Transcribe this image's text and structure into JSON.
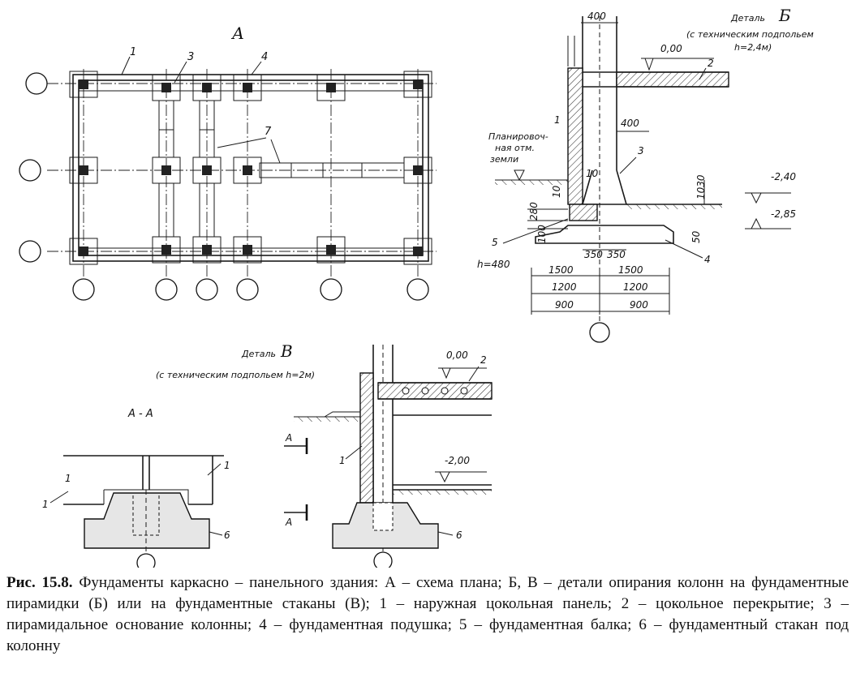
{
  "plan": {
    "title": "А",
    "callouts": [
      "1",
      "3",
      "4",
      "7"
    ]
  },
  "detail_b": {
    "title": "Деталь",
    "letter": "Б",
    "subtitle": "(с техническим подпольем",
    "subtitle2": "h=2,4м)",
    "dim_top": "400",
    "level_0": "0,00",
    "callout_2": "2",
    "callout_1": "1",
    "dim_mid": "400",
    "ground_l1": "Планировоч-",
    "ground_l2": "ная отм.",
    "ground_l3": "земли",
    "callout_3": "3",
    "dim_10a": "10",
    "dim_1030": "1030",
    "dim_10b": "10",
    "level_240": "-2,40",
    "dim_280": "280",
    "level_285": "-2,85",
    "dim_100": "100",
    "dim_50": "50",
    "callout_5": "5",
    "h480": "h=480",
    "dim_350a": "350",
    "dim_350b": "350",
    "callout_4": "4",
    "dim_1500a": "1500",
    "dim_1500b": "1500",
    "dim_1200a": "1200",
    "dim_1200b": "1200",
    "dim_900a": "900",
    "dim_900b": "900"
  },
  "detail_v": {
    "title": "Деталь",
    "letter": "В",
    "subtitle": "(с техническим подпольем h=2м)",
    "level_0": "0,00",
    "callout_2": "2",
    "callout_1": "1",
    "level_200": "-2,00",
    "section_a1": "А",
    "section_a2": "А",
    "callout_6": "6"
  },
  "section_aa": {
    "title": "А - А",
    "callout_1a": "1",
    "callout_1b": "1",
    "callout_6": "6"
  },
  "caption": {
    "label": "Рис. 15.8.",
    "text": " Фундаменты каркасно – панельного здания: А – схема плана; Б, В – детали опирания колонн на фундаментные пирамидки (Б) или на фундаментные стаканы (В); 1 – наружная цокольная панель; 2 – цокольное перекрытие; 3 – пирамидальное основание колонны; 4 – фундаментная подушка; 5 – фундаментная балка; 6 – фундаментный стакан под колонну"
  }
}
